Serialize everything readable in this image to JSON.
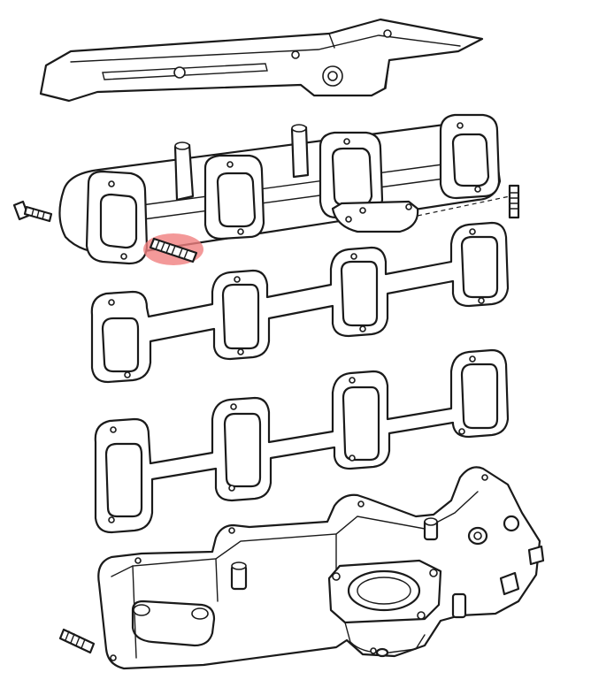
{
  "diagram": {
    "parts": [
      {
        "id": "heat-shield"
      },
      {
        "id": "upper-exhaust-manifold"
      },
      {
        "id": "bolt-left"
      },
      {
        "id": "stud-right"
      },
      {
        "id": "highlighted-stud"
      },
      {
        "id": "gasket-upper"
      },
      {
        "id": "gasket-lower"
      },
      {
        "id": "lower-exhaust-manifold"
      },
      {
        "id": "stud-lower-left"
      }
    ],
    "highlight_color": "#f08080"
  }
}
